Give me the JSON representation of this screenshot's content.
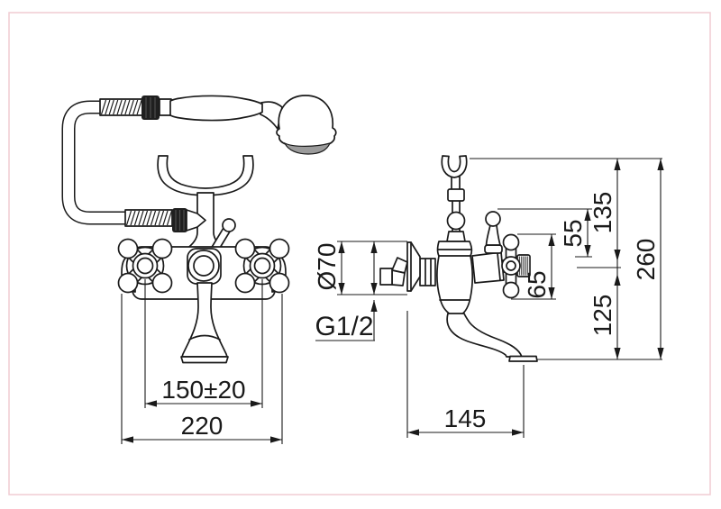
{
  "drawing": {
    "front_view": {
      "handle_spacing": "150±20",
      "overall_width": "220"
    },
    "side_view": {
      "escutcheon_diameter": "Ø70",
      "thread_size": "G1/2",
      "diverter_height": "55",
      "handle_height": "65",
      "cradle_to_axis": "135",
      "axis_to_spout": "125",
      "overall_height": "260",
      "wall_to_spout": "145"
    },
    "colors": {
      "line": "#1a1a1a",
      "border": "#f0ccd2",
      "spray_face": "#9b9b9b",
      "nut": "#1f1f1f",
      "background": "#ffffff"
    }
  }
}
